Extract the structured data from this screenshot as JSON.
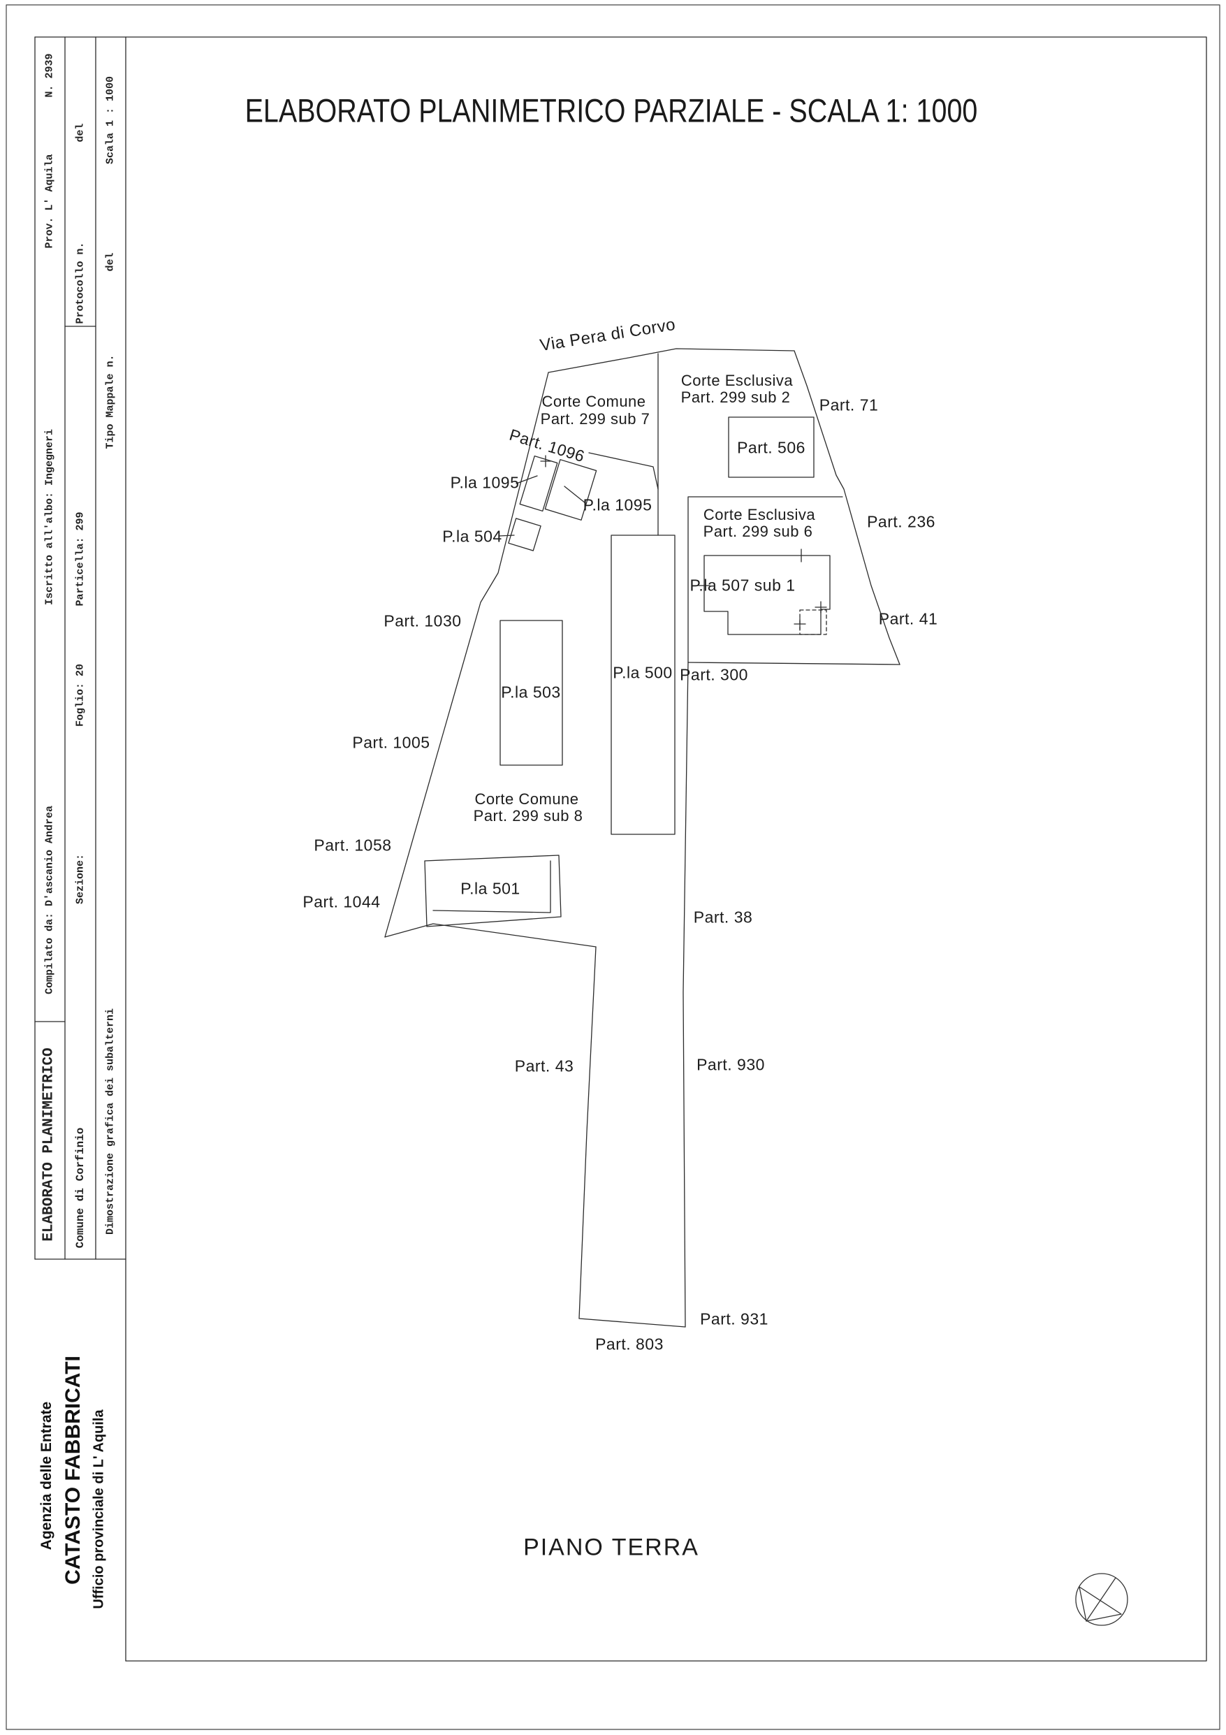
{
  "title": "ELABORATO PLANIMETRICO PARZIALE - SCALA 1:  1000",
  "floor_label": "PIANO TERRA",
  "header_table": {
    "numero": "N. 2939",
    "provincia": "Prov. L' Aquila",
    "iscritto": "Iscritto all'albo: Ingegneri",
    "compilato": "Compilato da: D'ascanio Andrea",
    "elaborato": "ELABORATO  PLANIMETRICO",
    "del1": "del",
    "protocollo": "Protocollo n.",
    "particella": "Particella: 299",
    "foglio": "Foglio: 20",
    "sezione": "Sezione:",
    "comune": "Comune di Corfinio",
    "scala": "Scala 1 : 1000",
    "del2": "del",
    "tipo_mappale": "Tipo Mappale n.",
    "dimostrazione": "Dimostrazione grafica dei subalterni"
  },
  "agency": {
    "line1": "Agenzia delle Entrate",
    "line2": "CATASTO FABBRICATI",
    "line3": "Ufficio provinciale di  L' Aquila"
  },
  "plan": {
    "street": "Via Pera di Corvo",
    "corte_comune_7a": "Corte Comune",
    "corte_comune_7b": "Part. 299 sub 7",
    "corte_escl_2a": "Corte Esclusiva",
    "corte_escl_2b": "Part. 299 sub 2",
    "part_71": "Part. 71",
    "part_506": "Part. 506",
    "part_1096": "Part. 1096",
    "pla_1095_left": "P.la 1095",
    "pla_1095_right": "P.la 1095",
    "pla_504": "P.la 504",
    "corte_escl_6a": "Corte Esclusiva",
    "corte_escl_6b": "Part. 299 sub 6",
    "part_236": "Part. 236",
    "pla_507": "P.la 507 sub 1",
    "part_41": "Part. 41",
    "part_1030": "Part. 1030",
    "pla_503": "P.la 503",
    "pla_500": "P.la 500",
    "part_300": "Part. 300",
    "part_1005": "Part. 1005",
    "corte_comune_8a": "Corte Comune",
    "corte_comune_8b": "Part. 299 sub 8",
    "part_1058": "Part. 1058",
    "part_1044": "Part. 1044",
    "pla_501": "P.la 501",
    "part_38": "Part. 38",
    "part_43": "Part. 43",
    "part_930": "Part. 930",
    "part_931": "Part. 931",
    "part_803": "Part. 803"
  }
}
